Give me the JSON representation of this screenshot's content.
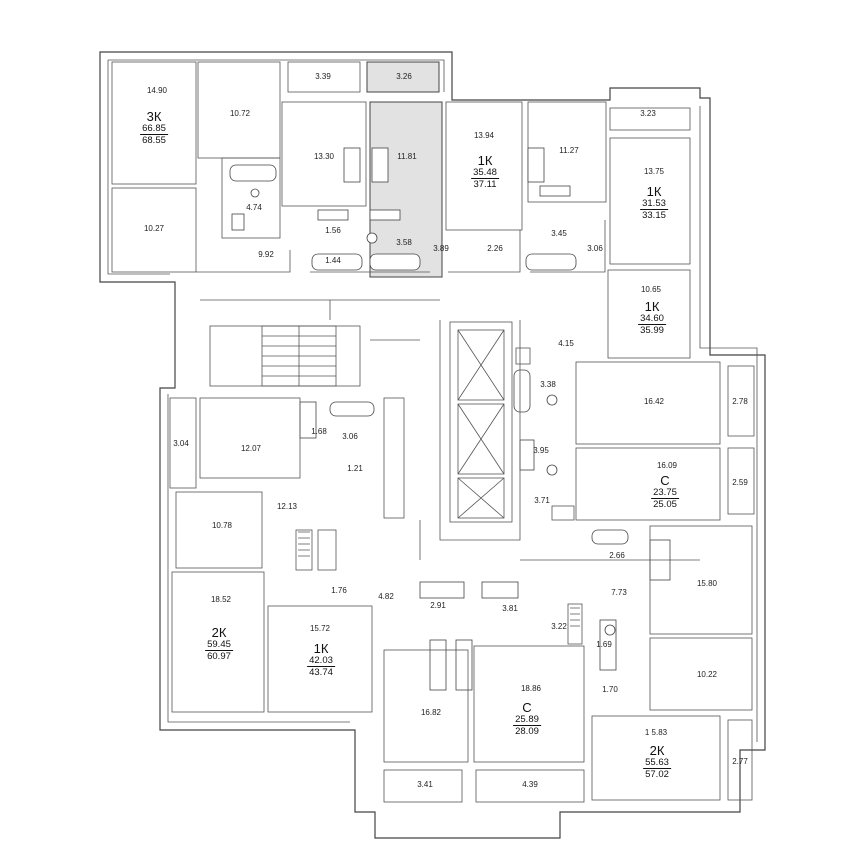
{
  "rooms": [
    {
      "id": "r-14-90",
      "text": "14.90"
    },
    {
      "id": "r-10-72",
      "text": "10.72"
    },
    {
      "id": "r-3-39",
      "text": "3.39"
    },
    {
      "id": "r-3-26",
      "text": "3.26"
    },
    {
      "id": "r-13-94",
      "text": "13.94"
    },
    {
      "id": "r-11-27",
      "text": "11.27"
    },
    {
      "id": "r-3-23",
      "text": "3.23"
    },
    {
      "id": "r-13-30",
      "text": "13.30"
    },
    {
      "id": "r-11-81",
      "text": "11.81"
    },
    {
      "id": "r-13-75",
      "text": "13.75"
    },
    {
      "id": "r-4-74",
      "text": "4.74"
    },
    {
      "id": "r-10-27",
      "text": "10.27"
    },
    {
      "id": "r-1-56",
      "text": "1.56"
    },
    {
      "id": "r-3-58",
      "text": "3.58"
    },
    {
      "id": "r-3-89",
      "text": "3.89"
    },
    {
      "id": "r-2-26",
      "text": "2.26"
    },
    {
      "id": "r-3-45",
      "text": "3.45"
    },
    {
      "id": "r-3-06a",
      "text": "3.06"
    },
    {
      "id": "r-9-92",
      "text": "9.92"
    },
    {
      "id": "r-1-44",
      "text": "1.44"
    },
    {
      "id": "r-10-65",
      "text": "10.65"
    },
    {
      "id": "r-4-15",
      "text": "4.15"
    },
    {
      "id": "r-3-38",
      "text": "3.38"
    },
    {
      "id": "r-16-42",
      "text": "16.42"
    },
    {
      "id": "r-2-78",
      "text": "2.78"
    },
    {
      "id": "r-3-04",
      "text": "3.04"
    },
    {
      "id": "r-12-07",
      "text": "12.07"
    },
    {
      "id": "r-1-68",
      "text": "1.68"
    },
    {
      "id": "r-3-06b",
      "text": "3.06"
    },
    {
      "id": "r-3-95",
      "text": "3.95"
    },
    {
      "id": "r-16-09",
      "text": "16.09"
    },
    {
      "id": "r-1-21",
      "text": "1.21"
    },
    {
      "id": "r-2-59",
      "text": "2.59"
    },
    {
      "id": "r-12-13",
      "text": "12.13"
    },
    {
      "id": "r-3-71",
      "text": "3.71"
    },
    {
      "id": "r-10-78",
      "text": "10.78"
    },
    {
      "id": "r-2-66",
      "text": "2.66"
    },
    {
      "id": "r-15-80",
      "text": "15.80"
    },
    {
      "id": "r-1-76",
      "text": "1.76"
    },
    {
      "id": "r-4-82",
      "text": "4.82"
    },
    {
      "id": "r-2-91",
      "text": "2.91"
    },
    {
      "id": "r-3-81",
      "text": "3.81"
    },
    {
      "id": "r-7-73",
      "text": "7.73"
    },
    {
      "id": "r-18-52",
      "text": "18.52"
    },
    {
      "id": "r-15-72",
      "text": "15.72"
    },
    {
      "id": "r-3-22",
      "text": "3.22"
    },
    {
      "id": "r-1-69",
      "text": "1.69"
    },
    {
      "id": "r-10-22",
      "text": "10.22"
    },
    {
      "id": "r-18-86",
      "text": "18.86"
    },
    {
      "id": "r-1-70",
      "text": "1.70"
    },
    {
      "id": "r-16-82",
      "text": "16.82"
    },
    {
      "id": "r-1-583",
      "text": "1 5.83"
    },
    {
      "id": "r-2-77",
      "text": "2.77"
    },
    {
      "id": "r-3-41",
      "text": "3.41"
    },
    {
      "id": "r-4-39",
      "text": "4.39"
    }
  ],
  "apartments": [
    {
      "id": "apt-3k",
      "type": "3К",
      "area1": "66.85",
      "area2": "68.55"
    },
    {
      "id": "apt-1k-a",
      "type": "1К",
      "area1": "35.48",
      "area2": "37.11"
    },
    {
      "id": "apt-1k-b",
      "type": "1К",
      "area1": "31.53",
      "area2": "33.15"
    },
    {
      "id": "apt-1k-c",
      "type": "1К",
      "area1": "34.60",
      "area2": "35.99"
    },
    {
      "id": "apt-c-a",
      "type": "С",
      "area1": "23.75",
      "area2": "25.05"
    },
    {
      "id": "apt-2k-a",
      "type": "2К",
      "area1": "59.45",
      "area2": "60.97"
    },
    {
      "id": "apt-1k-d",
      "type": "1К",
      "area1": "42.03",
      "area2": "43.74"
    },
    {
      "id": "apt-c-b",
      "type": "С",
      "area1": "25.89",
      "area2": "28.09"
    },
    {
      "id": "apt-2k-b",
      "type": "2К",
      "area1": "55.63",
      "area2": "57.02"
    }
  ],
  "colors": {
    "wall": "#444444",
    "highlight": "#e2e2e2",
    "text": "#222222"
  }
}
